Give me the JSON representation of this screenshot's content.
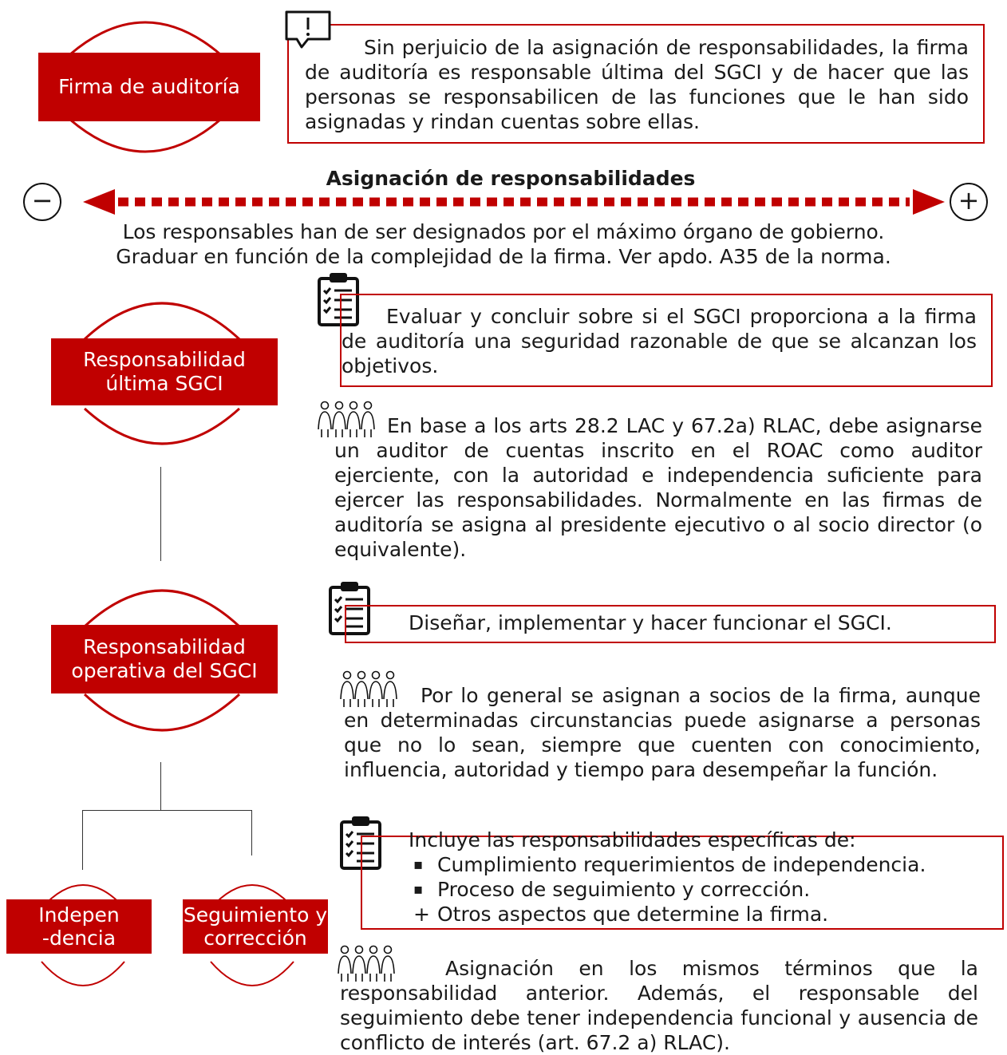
{
  "nodes": {
    "firm": "Firma de auditoría",
    "ultimate": "Responsabilidad última SGCI",
    "operational": "Responsabilidad operativa del SGCI",
    "independence": "Indepen-dencia",
    "monitoring": "Seguimiento y corrección"
  },
  "warning_note": "Sin perjuicio de la asignación de responsabilidades, la firma de auditoría es responsable última del SGCI y de hacer que las personas se responsabilicen de las funciones que le han sido asignadas  y rindan cuentas sobre ellas.",
  "scale": {
    "title": "Asignación de responsabilidades",
    "minus_symbol": "−",
    "plus_symbol": "+",
    "line1": "Los responsables han de ser designados por el máximo órgano de gobierno.",
    "line2": "Graduar en función de la complejidad de la firma. Ver apdo. A35 de la norma."
  },
  "ultimate": {
    "task": "Evaluar y concluir sobre si el SGCI proporciona a la firma de auditoría una seguridad razonable de que se alcanzan los objetivos.",
    "people": "En base a los arts 28.2 LAC y 67.2a) RLAC, debe asignarse un auditor de cuentas inscrito en el ROAC como auditor ejerciente, con la autoridad e independencia suficiente para ejercer las responsabilidades. Normalmente en las firmas de auditoría se asigna  al presidente ejecutivo o al socio director (o equivalente)."
  },
  "operational": {
    "task": "Diseñar, implementar y hacer funcionar el SGCI.",
    "people": "Por lo general se asignan a socios de la firma, aunque en determinadas circunstancias puede asignarse a personas que no lo sean, siempre que cuenten con conocimiento, influencia, autoridad y tiempo para desempeñar la función."
  },
  "specific": {
    "intro": "Incluye las responsabilidades específicas de:",
    "items": [
      {
        "mark": "▪",
        "text": "Cumplimiento requerimientos de independencia."
      },
      {
        "mark": "▪",
        "text": "Proceso de seguimiento y corrección."
      },
      {
        "mark": "+",
        "text": "Otros aspectos que determine la firma."
      }
    ],
    "people": "Asignación en los mismos términos que la responsabilidad anterior. Además, el responsable del seguimiento debe tener independencia funcional y ausencia de conflicto de interés (art. 67.2 a) RLAC)."
  },
  "colors": {
    "accent": "#c00000",
    "text": "#1a1a1a"
  },
  "icons": [
    "warning-note-icon",
    "checklist-icon",
    "people-icon",
    "minus-circle-icon",
    "plus-circle-icon"
  ]
}
